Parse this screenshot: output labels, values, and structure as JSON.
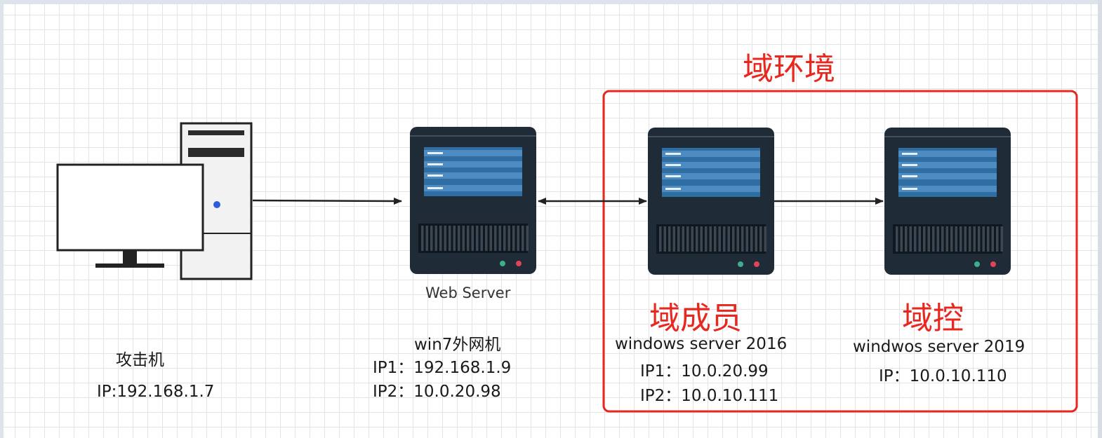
{
  "domain_box": {
    "title": "域环境",
    "color": "#e8271f"
  },
  "attacker": {
    "title": "攻击机",
    "ip": "IP:192.168.1.7"
  },
  "web_server": {
    "caption": "Web Server",
    "name": "win7外网机",
    "ip1": "IP1：192.168.1.9",
    "ip2": "IP2：10.0.20.98"
  },
  "domain_member": {
    "title": "域成员",
    "os": "windows server 2016",
    "ip1": "IP1：10.0.20.99",
    "ip2": "IP2：10.0.10.111"
  },
  "domain_controller": {
    "title": "域控",
    "os": "windwos server 2019",
    "ip": "IP：10.0.10.110"
  },
  "colors": {
    "server_body": "#1f2b36",
    "server_panel": "#2f6ea3",
    "accent_red": "#e8271f",
    "led_green": "#3fae8c",
    "led_red": "#e0435a"
  }
}
